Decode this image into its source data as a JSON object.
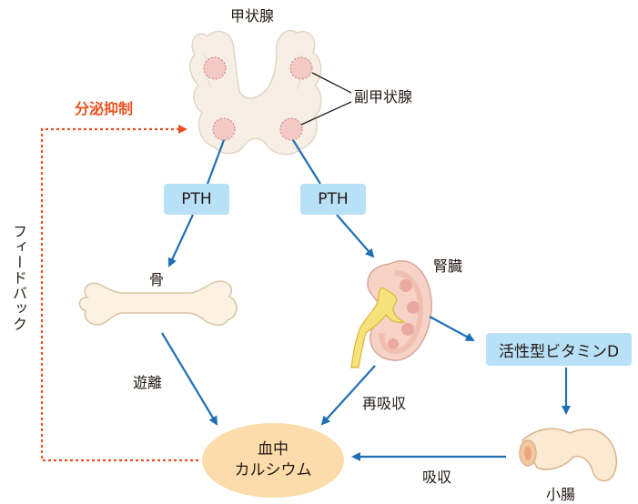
{
  "labels": {
    "thyroid": "甲状腺",
    "parathyroid": "副甲状腺",
    "inhibition": "分泌抑制",
    "feedback": "フィードバック",
    "pth_left": "PTH",
    "pth_right": "PTH",
    "bone": "骨",
    "kidney": "腎臓",
    "release": "遊離",
    "reabsorption": "再吸収",
    "vitamin_d": "活性型ビタミンD",
    "blood_line1": "血中",
    "blood_line2": "カルシウム",
    "absorption": "吸収",
    "small_intestine": "小腸"
  },
  "colors": {
    "arrow": "#1f6fb5",
    "feedback": "#e8511f",
    "box_fill": "#b8e0f6",
    "blood_fill": "#fbdcaa",
    "thyroid_fill": "#f7efe6",
    "parathyroid_fill": "#f3c9c6",
    "kidney_fill": "#f6d2c7",
    "bone_fill": "#fbf2e3"
  }
}
